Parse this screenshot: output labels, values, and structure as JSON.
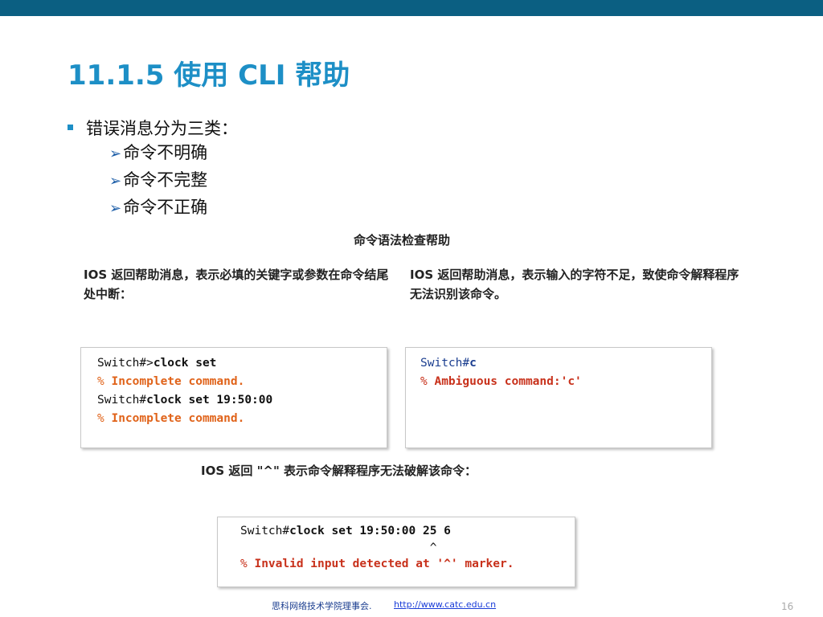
{
  "title": "11.1.5 使用 CLI 帮助",
  "bullet": "错误消息分为三类：",
  "sub_items": [
    "命令不明确",
    "命令不完整",
    "命令不正确"
  ],
  "heading": "命令语法检查帮助",
  "desc_left": "IOS 返回帮助消息，表示必填的关键字或参数在命令结尾处中断：",
  "desc_right": "IOS 返回帮助消息，表示输入的字符不足，致使命令解释程序无法识别该命令。",
  "term_left": {
    "l1_prompt": "Switch#>",
    "l1_cmd": "clock set",
    "l2_pct": "%",
    "l2_msg": " Incomplete command.",
    "l3_prompt": "Switch#",
    "l3_cmd": "clock set 19:50:00",
    "l4_pct": "%",
    "l4_msg": " Incomplete command."
  },
  "term_right": {
    "l1_prompt": "Switch#",
    "l1_cmd": "c",
    "l2_pct": "%",
    "l2_msg": " Ambiguous command:'c'"
  },
  "caption": "IOS 返回 \"^\" 表示命令解释程序无法破解该命令：",
  "term_bottom": {
    "l1_prompt": "Switch#",
    "l1_cmd": "clock set 19:50:00 25 6",
    "caret": "                           ^",
    "l3_pct": "%",
    "l3_msg": " Invalid input detected at '^' marker."
  },
  "footer": {
    "org": "思科网络技术学院理事会.",
    "url": "http://www.catc.edu.cn",
    "page": "16"
  },
  "colors": {
    "top_bar": "#0b5f82",
    "title": "#1d8fc6",
    "incomplete_error": "#e0631a",
    "invalid_error": "#c8311b"
  }
}
